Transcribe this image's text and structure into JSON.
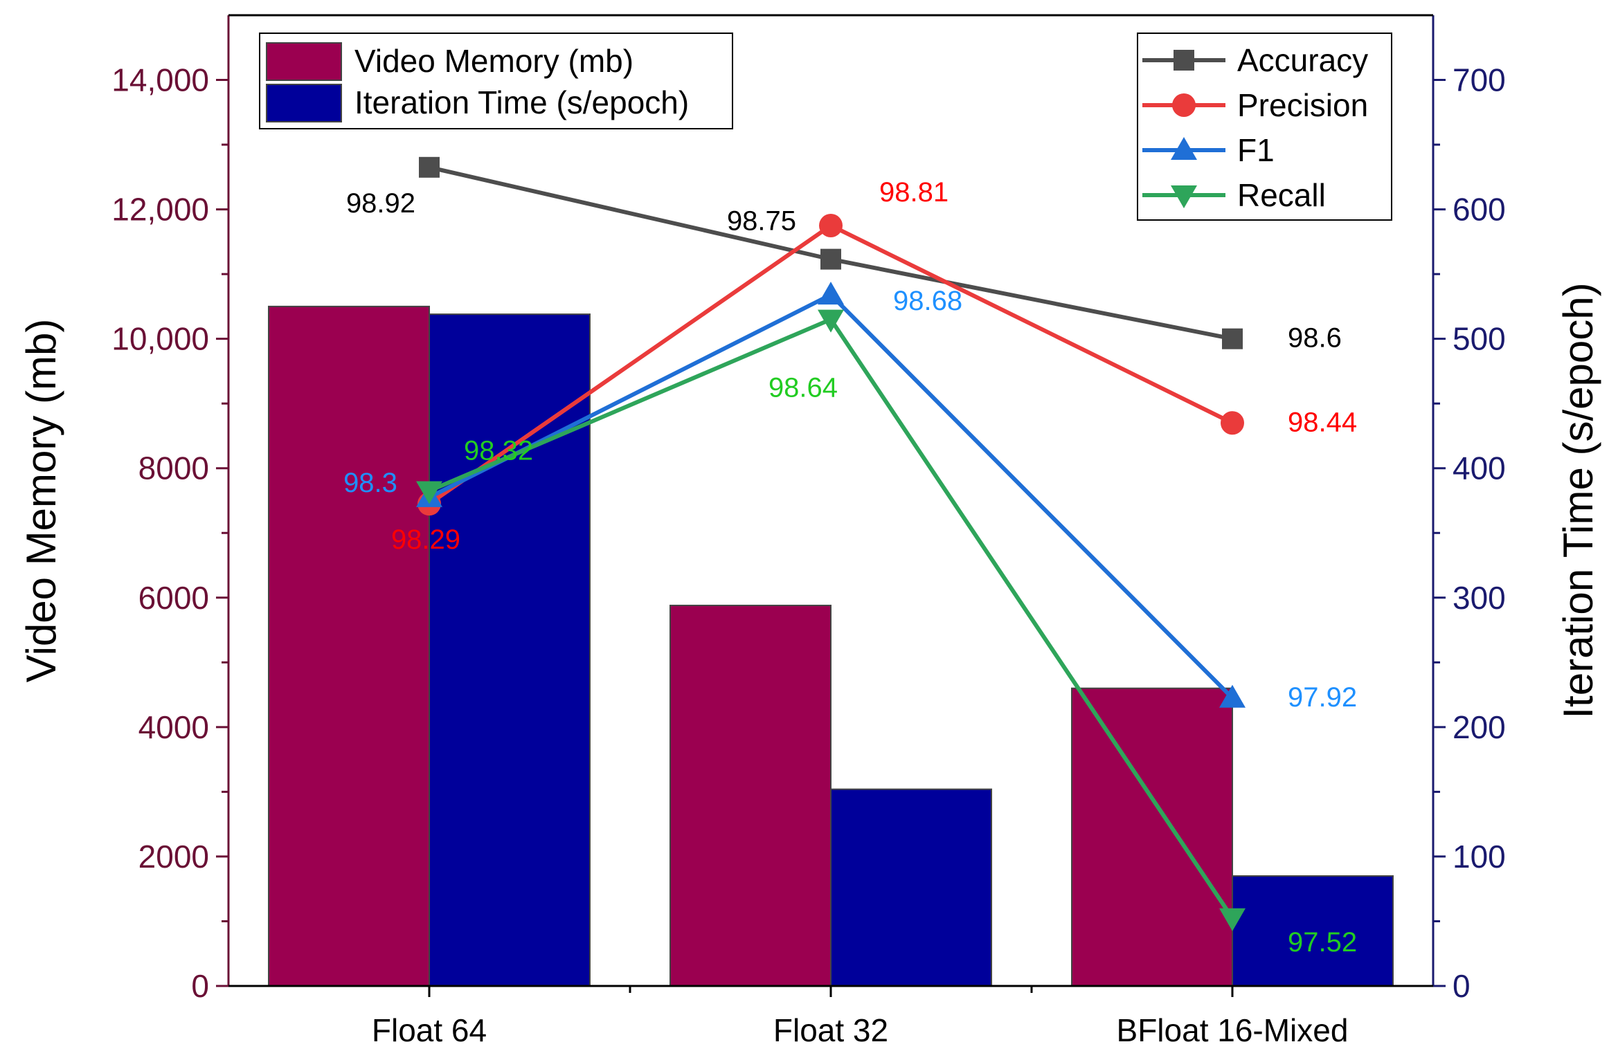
{
  "chart_data": {
    "type": "bar",
    "categories": [
      "Float 64",
      "Float 32",
      "BFloat 16-Mixed"
    ],
    "left_axis": {
      "label": "Video Memory (mb)",
      "ylim": [
        0,
        15000
      ],
      "ticks": [
        0,
        2000,
        4000,
        6000,
        8000,
        10000,
        12000,
        14000
      ],
      "tick_labels": [
        "0",
        "2000",
        "4000",
        "6000",
        "8000",
        "10,000",
        "12,000",
        "14,000"
      ],
      "color": "#6a1035"
    },
    "right_axis": {
      "label": "Iteration Time (s/epoch)",
      "ylim": [
        0,
        750
      ],
      "ticks": [
        0,
        100,
        200,
        300,
        400,
        500,
        600,
        700
      ],
      "tick_labels": [
        "0",
        "100",
        "200",
        "300",
        "400",
        "500",
        "600",
        "700"
      ],
      "color": "#1a1a6e"
    },
    "bar_series": [
      {
        "name": "Video Memory (mb)",
        "axis": "left",
        "color": "#9b0050",
        "values": [
          10500,
          5880,
          4600
        ]
      },
      {
        "name": "Iteration Time (s/epoch)",
        "axis": "right",
        "color": "#00009a",
        "values": [
          519,
          152,
          85
        ]
      }
    ],
    "line_series": [
      {
        "name": "Accuracy",
        "color": "#4d4d4d",
        "label_color": "#000000",
        "marker": "square",
        "metric_values": [
          98.92,
          98.75,
          98.6
        ],
        "labels": [
          "98.92",
          "98.75",
          "98.6"
        ],
        "plotted_y_left": [
          12650,
          11230,
          10000
        ]
      },
      {
        "name": "Precision",
        "color": "#ea3b3b",
        "label_color": "#ff0000",
        "marker": "circle",
        "metric_values": [
          98.29,
          98.81,
          98.44
        ],
        "labels": [
          "98.29",
          "98.81",
          "98.44"
        ],
        "plotted_y_left": [
          7450,
          11750,
          8700
        ]
      },
      {
        "name": "F1",
        "color": "#1f6fd6",
        "label_color": "#1e90ff",
        "marker": "triangle-up",
        "metric_values": [
          98.3,
          98.68,
          97.92
        ],
        "labels": [
          "98.3",
          "98.68",
          "97.92"
        ],
        "plotted_y_left": [
          7550,
          10680,
          4450
        ]
      },
      {
        "name": "Recall",
        "color": "#2ea55a",
        "label_color": "#22cc22",
        "marker": "triangle-down",
        "metric_values": [
          98.32,
          98.64,
          97.52
        ],
        "labels": [
          "98.32",
          "98.64",
          "97.52"
        ],
        "plotted_y_left": [
          7650,
          10300,
          1050
        ]
      }
    ],
    "grid": false,
    "legends": {
      "bars": "top-left",
      "lines": "top-right"
    }
  }
}
